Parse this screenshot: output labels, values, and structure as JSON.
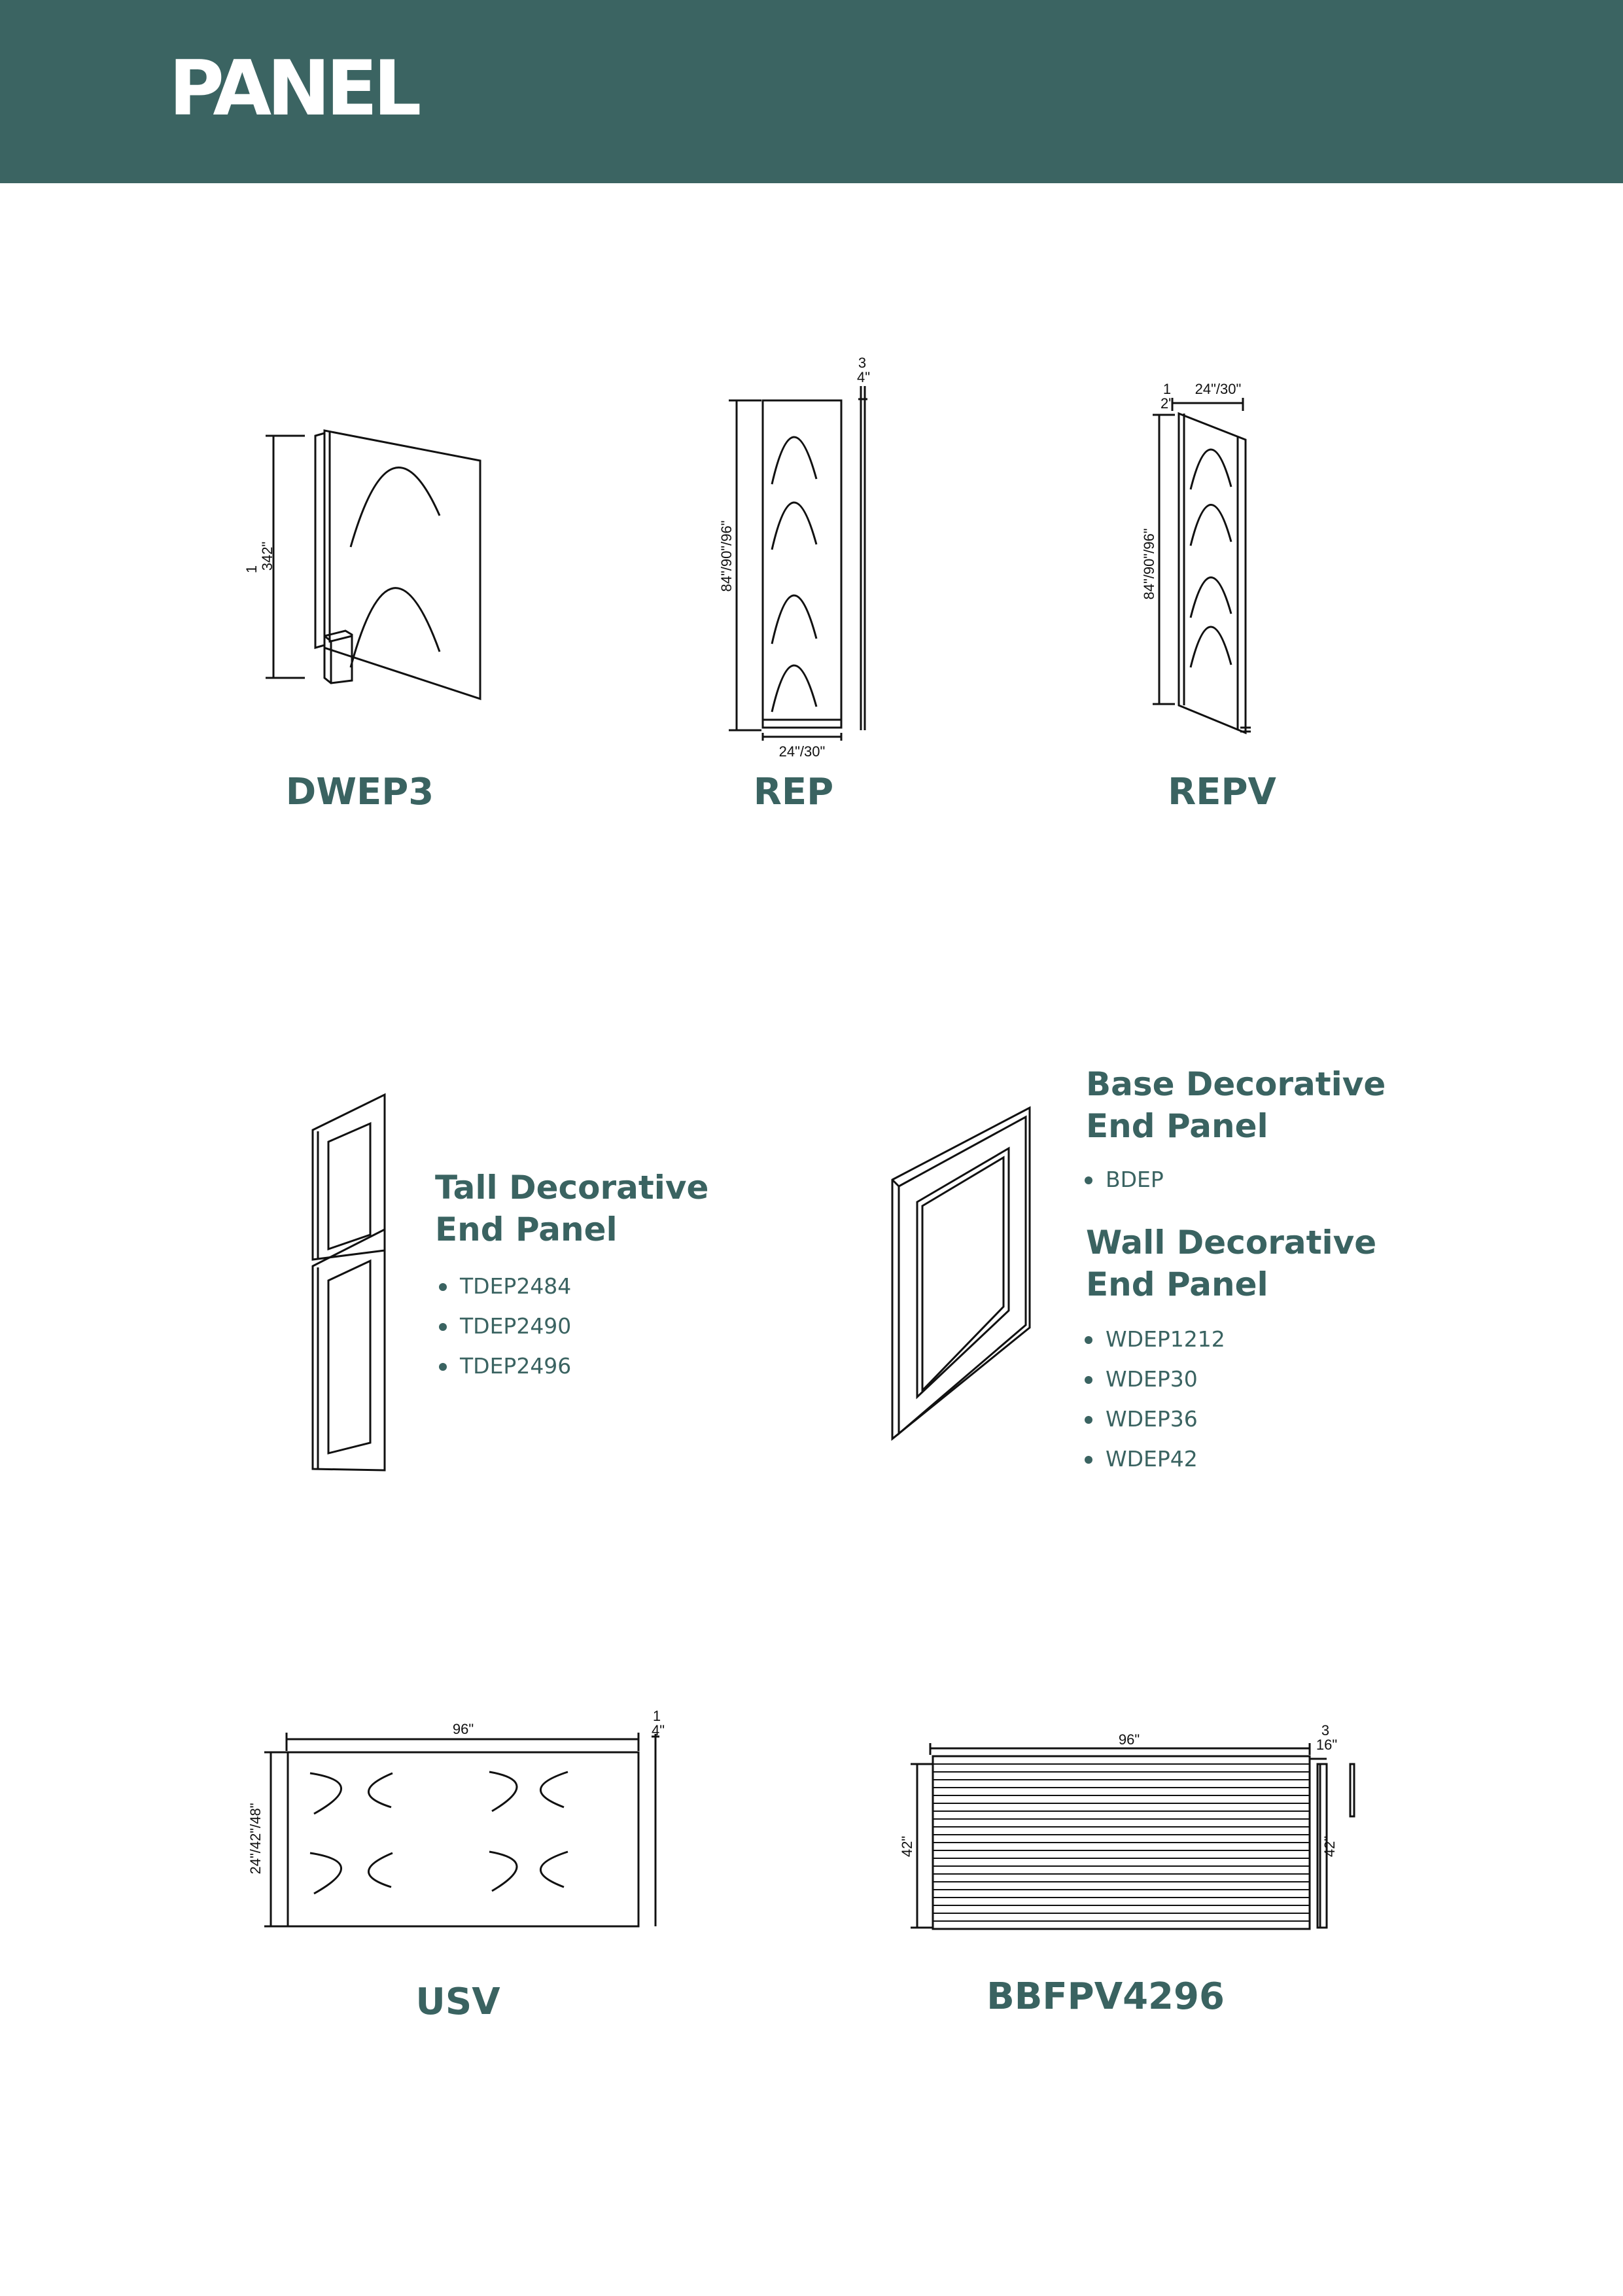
{
  "header": {
    "title": "PANEL"
  },
  "products": {
    "dwep3": {
      "label": "DWEP3",
      "dim_height": "1 342\"",
      "dim_height_num": "1",
      "dim_height_den": "342\""
    },
    "rep": {
      "label": "REP",
      "dim_height": "84\"/90\"/96\"",
      "dim_width": "24\"/30\"",
      "dim_thick_num": "3",
      "dim_thick_den": "4\""
    },
    "repv": {
      "label": "REPV",
      "dim_height": "84\"/90\"/96\"",
      "dim_width": "24\"/30\"",
      "dim_thick_num": "1",
      "dim_thick_den": "2\""
    },
    "usv": {
      "label": "USV",
      "dim_width": "96\"",
      "dim_height": "24\"/42\"/48\"",
      "dim_thick_num": "1",
      "dim_thick_den": "4\""
    },
    "bbfpv4296": {
      "label": "BBFPV4296",
      "dim_width": "96\"",
      "dim_height": "42\"",
      "dim_height_side": "42\"",
      "dim_thick_num": "3",
      "dim_thick_den": "16\""
    }
  },
  "tall_panel": {
    "title_line1": "Tall Decorative",
    "title_line2": "End Panel",
    "items": [
      "TDEP2484",
      "TDEP2490",
      "TDEP2496"
    ]
  },
  "base_panel": {
    "title_line1": "Base Decorative",
    "title_line2": "End Panel",
    "items": [
      "BDEP"
    ]
  },
  "wall_panel": {
    "title_line1": "Wall Decorative",
    "title_line2": "End Panel",
    "items": [
      "WDEP1212",
      "WDEP30",
      "WDEP36",
      "WDEP42"
    ]
  },
  "colors": {
    "header_bg": "#3b6462",
    "accent_text": "#3a6361"
  }
}
